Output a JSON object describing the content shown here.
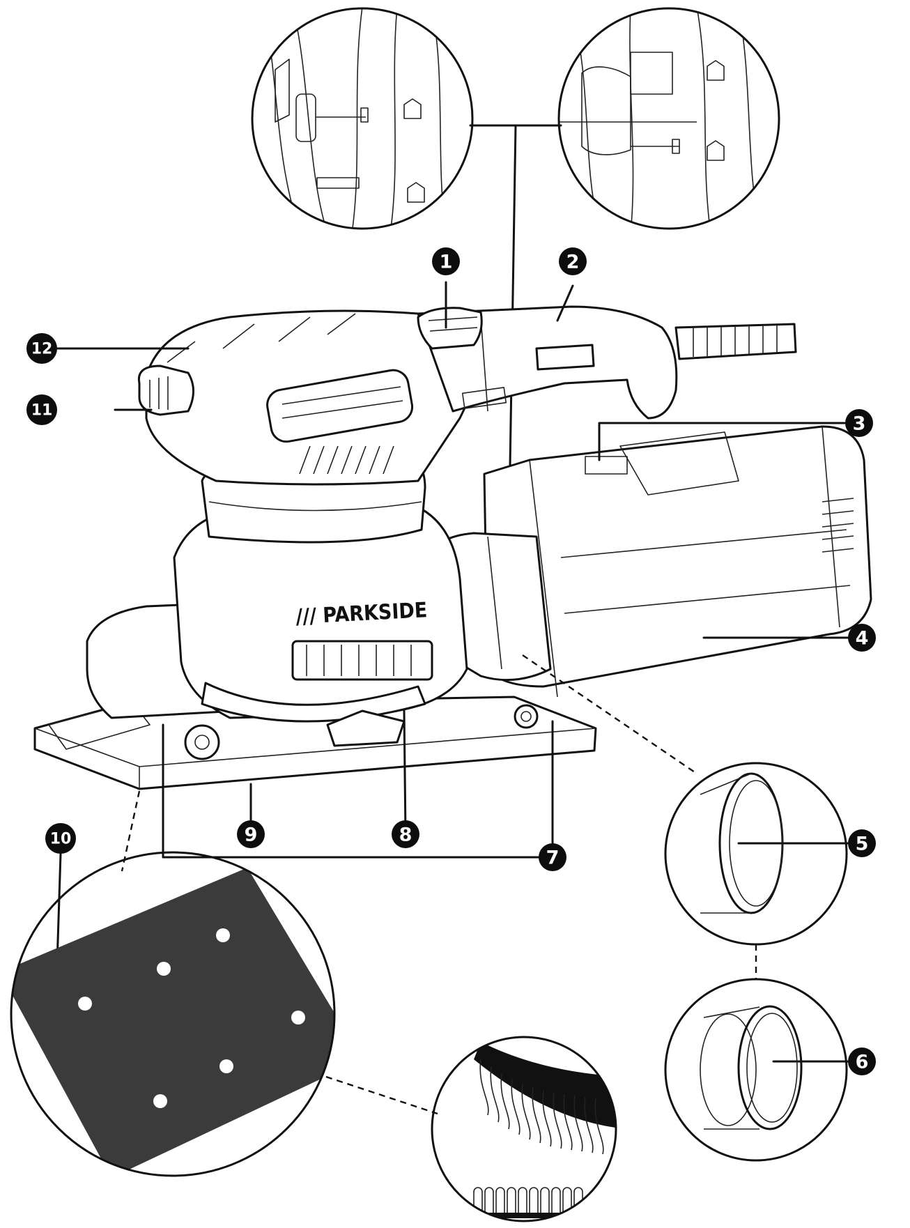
{
  "diagram": {
    "brand": "/// PARKSIDE",
    "callouts": [
      {
        "id": "1",
        "label": "1"
      },
      {
        "id": "2",
        "label": "2"
      },
      {
        "id": "3",
        "label": "3"
      },
      {
        "id": "4",
        "label": "4"
      },
      {
        "id": "5",
        "label": "5"
      },
      {
        "id": "6",
        "label": "6"
      },
      {
        "id": "7a",
        "label": "7"
      },
      {
        "id": "7b",
        "label": "7"
      },
      {
        "id": "8",
        "label": "8"
      },
      {
        "id": "9",
        "label": "9"
      },
      {
        "id": "10",
        "label": "10"
      },
      {
        "id": "11",
        "label": "11"
      },
      {
        "id": "12",
        "label": "12"
      }
    ]
  }
}
